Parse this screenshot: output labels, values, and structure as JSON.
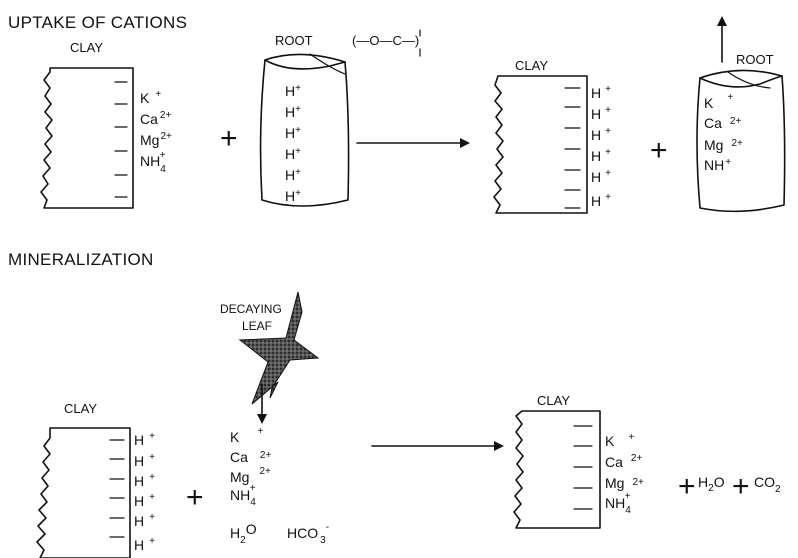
{
  "headings": {
    "uptake": "UPTAKE OF CATIONS",
    "mineralization": "MINERALIZATION"
  },
  "labels": {
    "clay": "CLAY",
    "root": "ROOT",
    "decaying_leaf_line1": "DECAYING",
    "decaying_leaf_line2": "LEAF",
    "cation_exchange_site": "(—O—C—)"
  },
  "ions": {
    "K": "K",
    "K_charge": "+",
    "Ca": "Ca",
    "Ca_charge": "2+",
    "Mg": "Mg",
    "Mg_charge": "2+",
    "NH": "NH",
    "NH4_sub": "4",
    "NH4_charge": "+",
    "H": "H",
    "H_charge": "+",
    "H2O_H": "H",
    "H2O_sub": "2",
    "H2O_O": "O",
    "HCO3": "HCO",
    "HCO3_sub": "3",
    "HCO3_charge": "-",
    "CO2": "CO",
    "CO2_sub": "2"
  },
  "operators": {
    "plus": "+"
  },
  "colors": {
    "ink": "#111111",
    "background": "#ffffff",
    "leaf": "#2a2a2a"
  }
}
